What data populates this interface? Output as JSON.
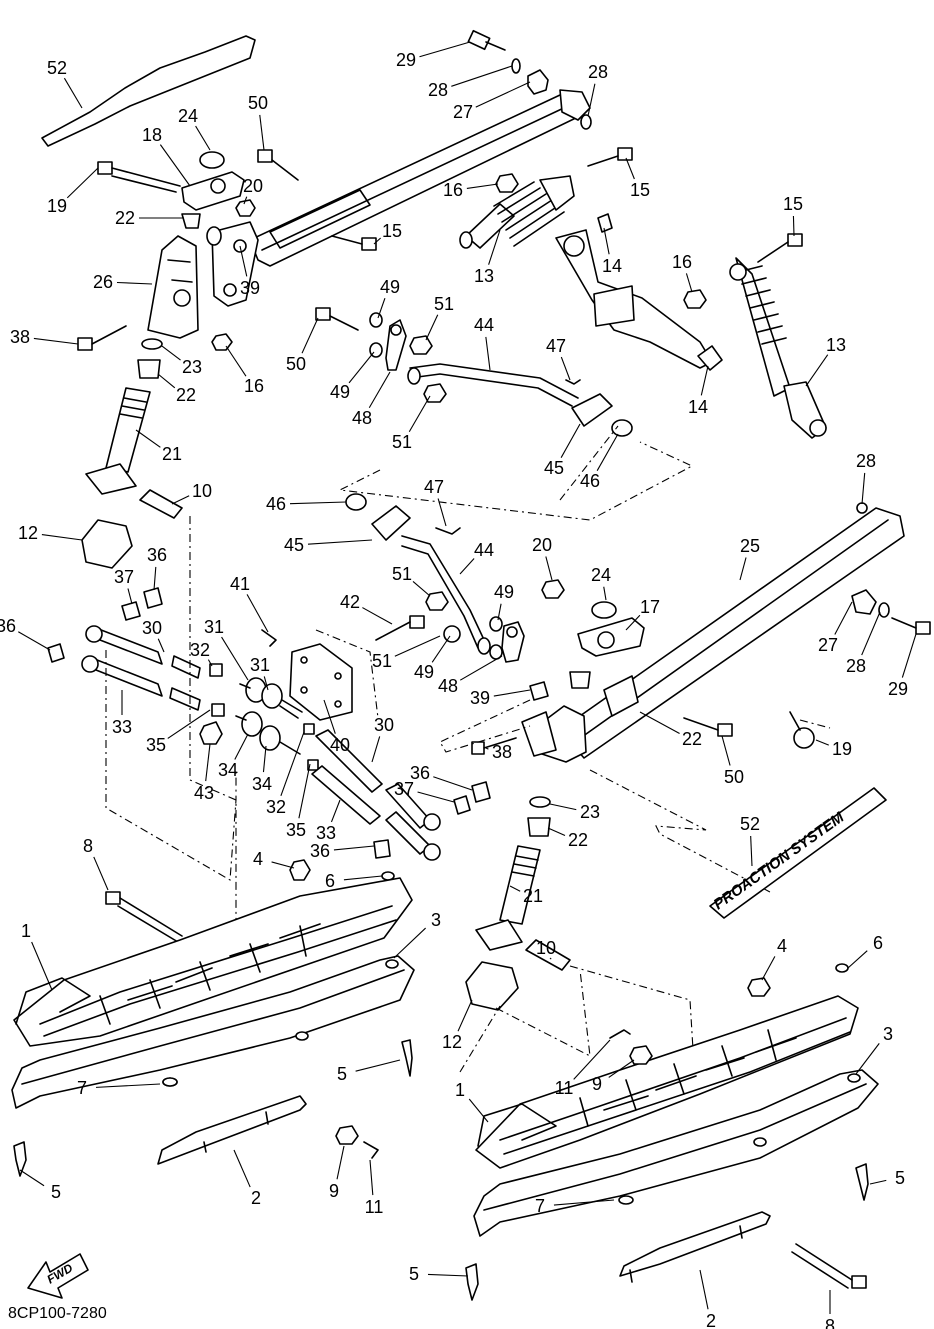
{
  "drawing_code": "8CP100-7280",
  "fwd_label": "FWD",
  "logo_text": "PROACTION SYSTEM",
  "callouts": [
    {
      "label": "52"
    },
    {
      "label": "29"
    },
    {
      "label": "28"
    },
    {
      "label": "28"
    },
    {
      "label": "27"
    },
    {
      "label": "50"
    },
    {
      "label": "24"
    },
    {
      "label": "18"
    },
    {
      "label": "20"
    },
    {
      "label": "19"
    },
    {
      "label": "16"
    },
    {
      "label": "15"
    },
    {
      "label": "22"
    },
    {
      "label": "15"
    },
    {
      "label": "13"
    },
    {
      "label": "14"
    },
    {
      "label": "15"
    },
    {
      "label": "16"
    },
    {
      "label": "26"
    },
    {
      "label": "39"
    },
    {
      "label": "49"
    },
    {
      "label": "51"
    },
    {
      "label": "44"
    },
    {
      "label": "47"
    },
    {
      "label": "13"
    },
    {
      "label": "38"
    },
    {
      "label": "50"
    },
    {
      "label": "23"
    },
    {
      "label": "49"
    },
    {
      "label": "16"
    },
    {
      "label": "22"
    },
    {
      "label": "48"
    },
    {
      "label": "14"
    },
    {
      "label": "51"
    },
    {
      "label": "45"
    },
    {
      "label": "46"
    },
    {
      "label": "21"
    },
    {
      "label": "28"
    },
    {
      "label": "10"
    },
    {
      "label": "46"
    },
    {
      "label": "47"
    },
    {
      "label": "12"
    },
    {
      "label": "45"
    },
    {
      "label": "44"
    },
    {
      "label": "20"
    },
    {
      "label": "24"
    },
    {
      "label": "25"
    },
    {
      "label": "36"
    },
    {
      "label": "37"
    },
    {
      "label": "41"
    },
    {
      "label": "51"
    },
    {
      "label": "49"
    },
    {
      "label": "17"
    },
    {
      "label": "36"
    },
    {
      "label": "30"
    },
    {
      "label": "42"
    },
    {
      "label": "27"
    },
    {
      "label": "31"
    },
    {
      "label": "32"
    },
    {
      "label": "31"
    },
    {
      "label": "51"
    },
    {
      "label": "49"
    },
    {
      "label": "28"
    },
    {
      "label": "29"
    },
    {
      "label": "48"
    },
    {
      "label": "39"
    },
    {
      "label": "33"
    },
    {
      "label": "40"
    },
    {
      "label": "30"
    },
    {
      "label": "22"
    },
    {
      "label": "35"
    },
    {
      "label": "34"
    },
    {
      "label": "38"
    },
    {
      "label": "50"
    },
    {
      "label": "19"
    },
    {
      "label": "36"
    },
    {
      "label": "43"
    },
    {
      "label": "34"
    },
    {
      "label": "37"
    },
    {
      "label": "32"
    },
    {
      "label": "23"
    },
    {
      "label": "35"
    },
    {
      "label": "33"
    },
    {
      "label": "22"
    },
    {
      "label": "52"
    },
    {
      "label": "36"
    },
    {
      "label": "8"
    },
    {
      "label": "4"
    },
    {
      "label": "6"
    },
    {
      "label": "21"
    },
    {
      "label": "3"
    },
    {
      "label": "1"
    },
    {
      "label": "10"
    },
    {
      "label": "4"
    },
    {
      "label": "6"
    },
    {
      "label": "12"
    },
    {
      "label": "3"
    },
    {
      "label": "5"
    },
    {
      "label": "11"
    },
    {
      "label": "9"
    },
    {
      "label": "7"
    },
    {
      "label": "1"
    },
    {
      "label": "5"
    },
    {
      "label": "9"
    },
    {
      "label": "11"
    },
    {
      "label": "2"
    },
    {
      "label": "7"
    },
    {
      "label": "5"
    },
    {
      "label": "5"
    },
    {
      "label": "2"
    },
    {
      "label": "8"
    }
  ]
}
